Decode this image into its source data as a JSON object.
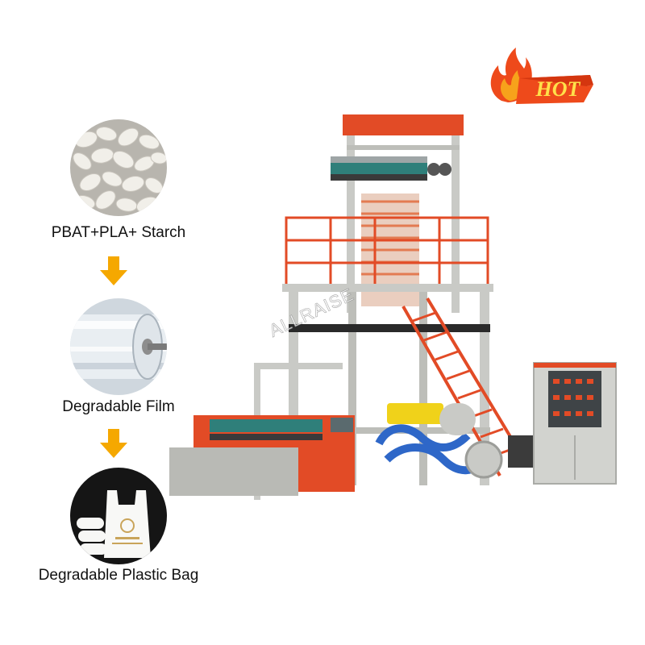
{
  "steps": [
    {
      "label": "PBAT+PLA+ Starch"
    },
    {
      "label": "Degradable Film"
    },
    {
      "label": "Degradable Plastic Bag"
    }
  ],
  "badge": {
    "text": "HOT"
  },
  "watermark": {
    "text": "ALLRAISE"
  },
  "colors": {
    "arrow": "#f5a800",
    "frame": "#c9cac6",
    "accent": "#e24b26",
    "teal": "#2f7f7a",
    "blue": "#2e67c8",
    "fire": "#ee4a1b"
  }
}
